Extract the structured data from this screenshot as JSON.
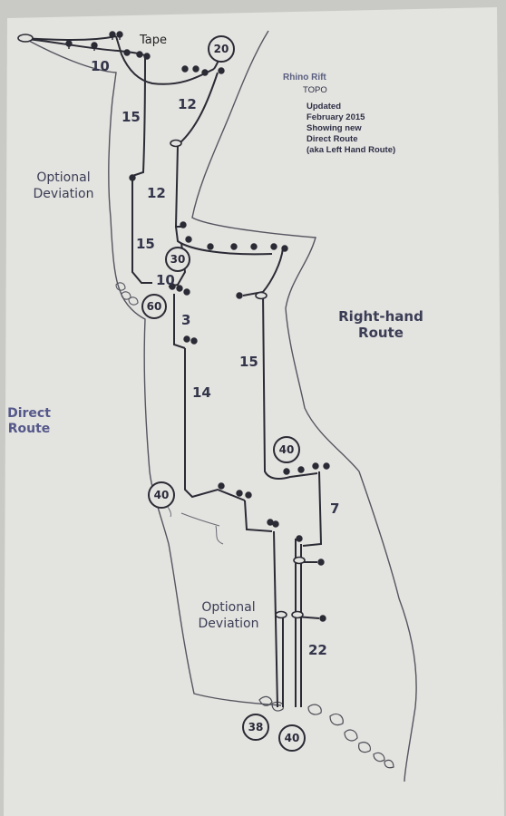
{
  "legend": {
    "title": "Rhino Rift",
    "subtitle": "TOPO",
    "lines": [
      "Updated",
      "February 2015",
      "Showing new",
      "Direct Route",
      "(aka Left Hand Route)"
    ]
  },
  "labels": {
    "tape": "Tape",
    "optional_deviation_top": [
      "Optional",
      "Deviation"
    ],
    "optional_deviation_bottom": [
      "Optional",
      "Deviation"
    ],
    "right_hand_route": [
      "Right-hand",
      "Route"
    ],
    "direct_route": [
      "Direct",
      "Route"
    ]
  },
  "pitch_lengths": [
    "10",
    "15",
    "12",
    "12",
    "15",
    "10",
    "3",
    "14",
    "15",
    "7",
    "22"
  ],
  "rope_lengths": [
    "20",
    "30",
    "60",
    "40",
    "40",
    "38",
    "40"
  ],
  "colors": {
    "paper": "#e3e3e0",
    "background": "#c9c9c6",
    "line": "#2b2b35",
    "cave_outline": "#55565f"
  }
}
